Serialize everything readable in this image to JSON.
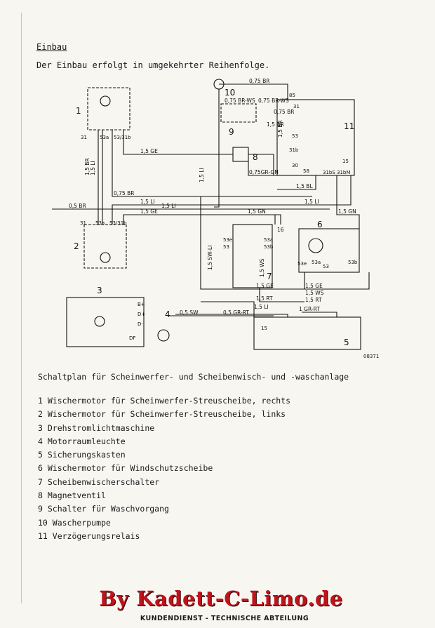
{
  "document": {
    "section_heading": "Einbau",
    "intro_text": "Der Einbau erfolgt in umgekehrter Reihenfolge.",
    "caption": "Schaltplan für Scheinwerfer- und Scheibenwisch- und -waschanlage",
    "legend": [
      "1 Wischermotor für Scheinwerfer-Streuscheibe, rechts",
      "2 Wischermotor für Scheinwerfer-Streuscheibe, links",
      "3 Drehstromlichtmaschine",
      "4 Motorraumleuchte",
      "5 Sicherungskasten",
      "6 Wischermotor für Windschutzscheibe",
      "7 Scheibenwischerschalter",
      "8 Magnetventil",
      "9 Schalter für Waschvorgang",
      "10 Wascherpumpe",
      "11 Verzögerungsrelais"
    ],
    "footer_brand": "By Kadett-C-Limo.de",
    "footer_department": "KUNDENDIENST - TECHNISCHE ABTEILUNG"
  },
  "diagram": {
    "component_numbers": [
      "1",
      "2",
      "3",
      "4",
      "5",
      "6",
      "7",
      "8",
      "9",
      "10",
      "11"
    ],
    "wire_labels": {
      "w_075br_top": "0,75 BR",
      "w_075brws": "0,75 BR-WS",
      "w_075brws2": "0,75 BR-WS",
      "w_075br_11": "0,75 BR",
      "w_15ge_8": "1,5 GE",
      "w_15br_v": "1,5 BR",
      "w_15li_v": "1,5 LI",
      "w_15br_11": "1,5 BR",
      "w_15li_vr": "1,5 LI",
      "w_075grgn": "0,75GR-GN",
      "w_15bl": "1,5 BL",
      "w_075br_mid": "0,75 BR",
      "w_15li_mid": "1,5 LI",
      "w_05br": "0,5 BR",
      "w_15li_mid2": "1,5 LI",
      "w_15ge_mid": "1,5 GE",
      "w_15gn": "1,5 GN",
      "w_15gn_r": "1,5 GN",
      "w_16": "16",
      "w_15swli": "1,5 SW-LI",
      "w_15ws_v": "1,5 WS",
      "w_15ge_low": "1,5 GE",
      "w_15ge_low2": "1,5 GE",
      "w_15ws_low": "1,5 WS",
      "w_15rt": "1,5 RT",
      "w_15rt_r": "1,5 RT",
      "w_15li_low": "1,5 LI",
      "w_05sw": "0,5 SW",
      "w_05grrt": "0,5 GR-RT",
      "w_1grrt": "1 GR-RT"
    },
    "terminal_labels": {
      "t_m1_31": "31",
      "t_m1_53a": "53a",
      "t_m1_53": "53/31b",
      "t_m2_31": "31",
      "t_m2_53a": "53a",
      "t_m2_53": "53/31b",
      "t_r_85": "85",
      "t_r_31": "31",
      "t_r_31b": "31b",
      "t_r_53": "53",
      "t_r_30": "30",
      "t_r_58": "58",
      "t_r_15": "15",
      "t_r_31bs": "31bS",
      "t_r_31bm": "31bM",
      "t_s_53e": "53e",
      "t_s_53_": "53",
      "t_s_53a": "53a",
      "t_s_53b": "53b",
      "t_w_53e": "53e",
      "t_w_53a": "53a",
      "t_w_53": "53",
      "t_w_53b": "53b",
      "t_l_b": "B+",
      "t_l_d": "D+",
      "t_l_df": "DF",
      "t_l_dm": "D-",
      "t_fuse": "15"
    },
    "figure_number": "08371"
  }
}
